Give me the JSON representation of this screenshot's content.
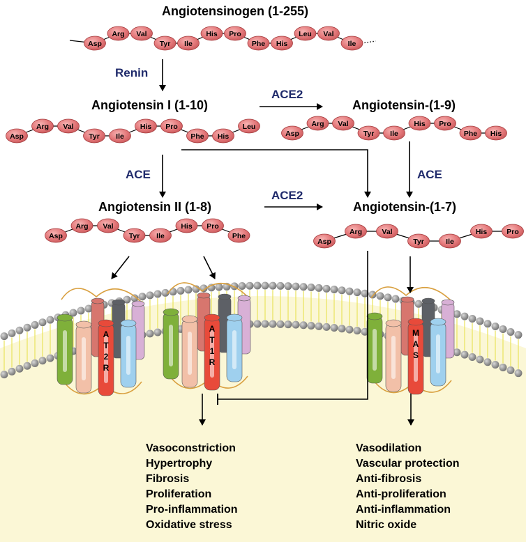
{
  "colors": {
    "residue_fill": "#e4787a",
    "residue_stroke": "#a33a3c",
    "enzyme_text": "#1f2a6b",
    "cytoplasm": "#fbf7d6",
    "lipid_head": "#8c8c8c",
    "lipid_tail": "#e9e35a",
    "loop": "#d9a040"
  },
  "peptides": {
    "angiotensinogen": {
      "title": "Angiotensinogen (1-255)",
      "residues": [
        "Asp",
        "Arg",
        "Val",
        "Tyr",
        "Ile",
        "His",
        "Pro",
        "Phe",
        "His",
        "Leu",
        "Val",
        "Ile"
      ]
    },
    "ang1": {
      "title": "Angiotensin I (1-10)",
      "residues": [
        "Asp",
        "Arg",
        "Val",
        "Tyr",
        "Ile",
        "His",
        "Pro",
        "Phe",
        "His",
        "Leu"
      ]
    },
    "ang19": {
      "title": "Angiotensin-(1-9)",
      "residues": [
        "Asp",
        "Arg",
        "Val",
        "Tyr",
        "Ile",
        "His",
        "Pro",
        "Phe",
        "His"
      ]
    },
    "ang2": {
      "title": "Angiotensin II (1-8)",
      "residues": [
        "Asp",
        "Arg",
        "Val",
        "Tyr",
        "Ile",
        "His",
        "Pro",
        "Phe"
      ]
    },
    "ang17": {
      "title": "Angiotensin-(1-7)",
      "residues": [
        "Asp",
        "Arg",
        "Val",
        "Tyr",
        "Ile",
        "His",
        "Pro"
      ]
    }
  },
  "enzymes": {
    "renin": "Renin",
    "ace2_top": "ACE2",
    "ace_left": "ACE",
    "ace_right": "ACE",
    "ace2_mid": "ACE2"
  },
  "receptors": {
    "at2r": [
      "A",
      "T",
      "2",
      "R"
    ],
    "at1r": [
      "A",
      "T",
      "1",
      "R"
    ],
    "mas": [
      "M",
      "A",
      "S"
    ]
  },
  "effects": {
    "left": [
      "Vasoconstriction",
      "Hypertrophy",
      "Fibrosis",
      "Proliferation",
      "Pro-inflammation",
      "Oxidative stress"
    ],
    "right": [
      "Vasodilation",
      "Vascular protection",
      "Anti-fibrosis",
      "Anti-proliferation",
      "Anti-inflammation",
      "Nitric oxide"
    ]
  }
}
